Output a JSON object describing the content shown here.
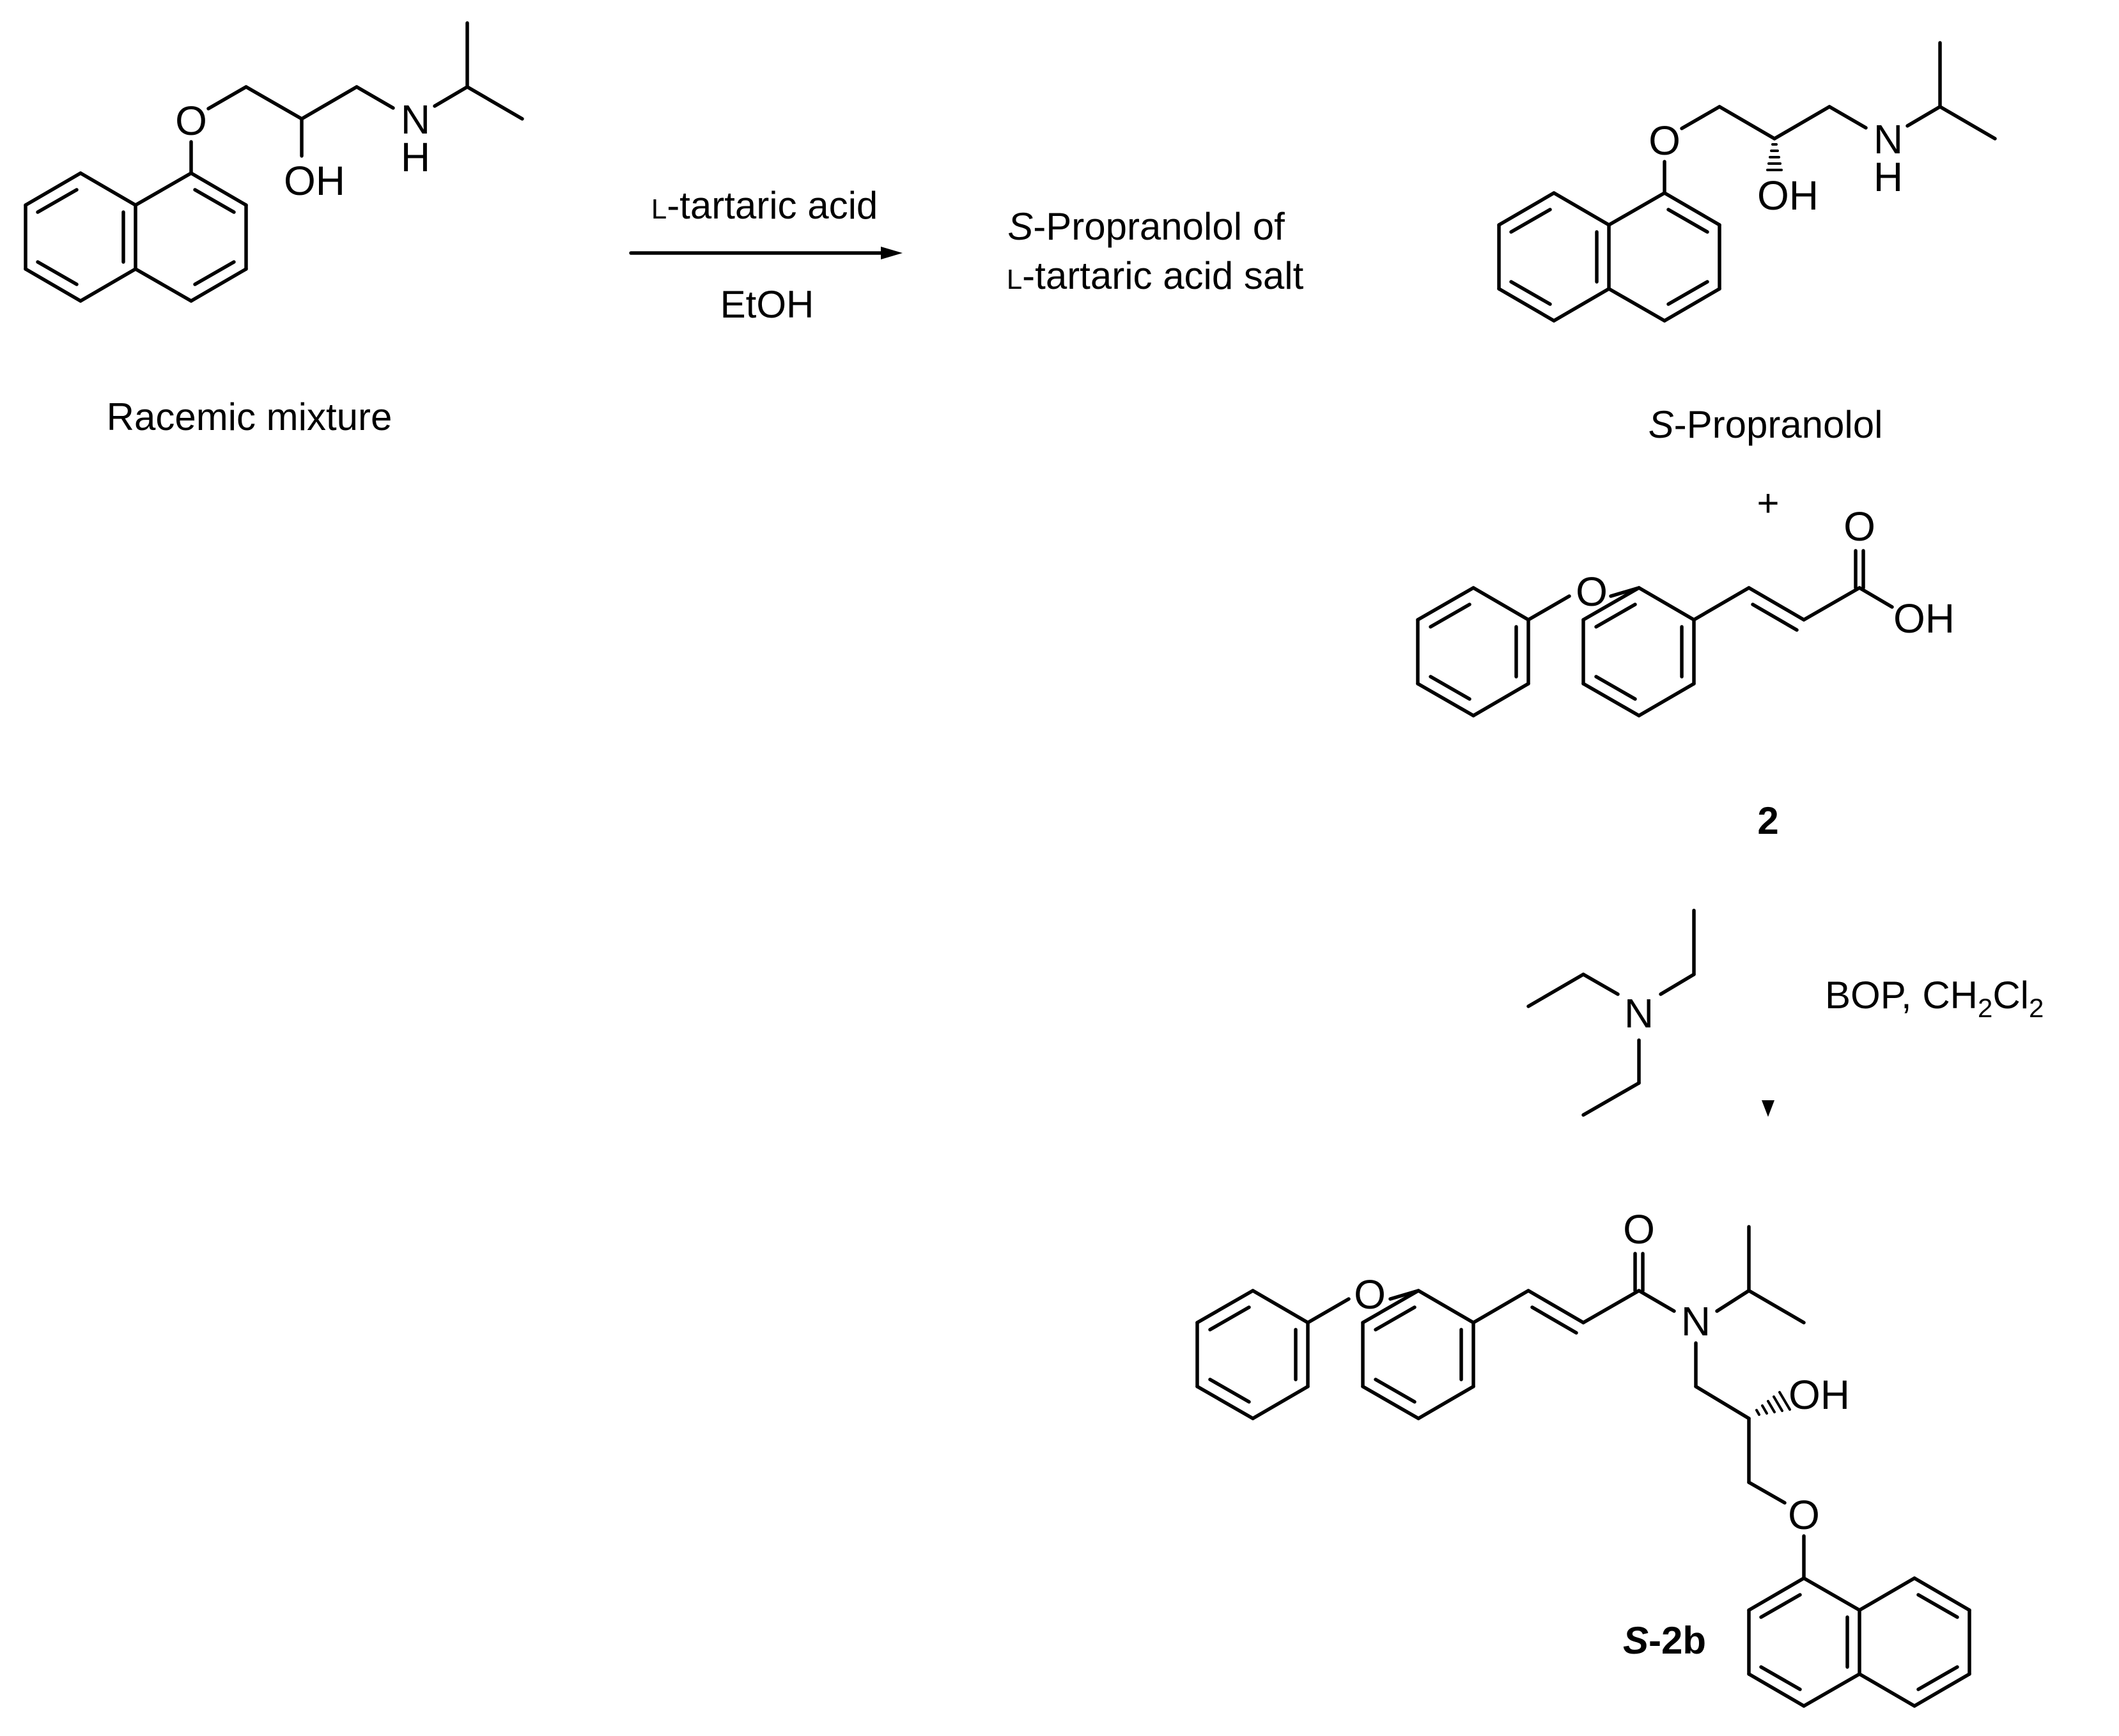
{
  "atoms": {
    "O": "O",
    "OH": "OH",
    "N": "N",
    "H": "H"
  },
  "reaction1": {
    "reagent_prefix": "L",
    "reagent_rest": "-tartaric acid",
    "solvent": "EtOH"
  },
  "intermediate": {
    "line1_italic": "S",
    "line1_rest": "-Propranolol of",
    "line2_prefix": "L",
    "line2_rest": "-tartaric acid salt"
  },
  "labels": {
    "racemic": "Racemic mixture",
    "s_propranolol_italic": "S",
    "s_propranolol_rest": "-Propranolol",
    "plus": "+",
    "compound2": "2",
    "product_italic": "S",
    "product_rest": "-2b"
  },
  "reaction2": {
    "bop": "BOP, CH",
    "sub1": "2",
    "cl": "Cl",
    "sub2": "2"
  }
}
